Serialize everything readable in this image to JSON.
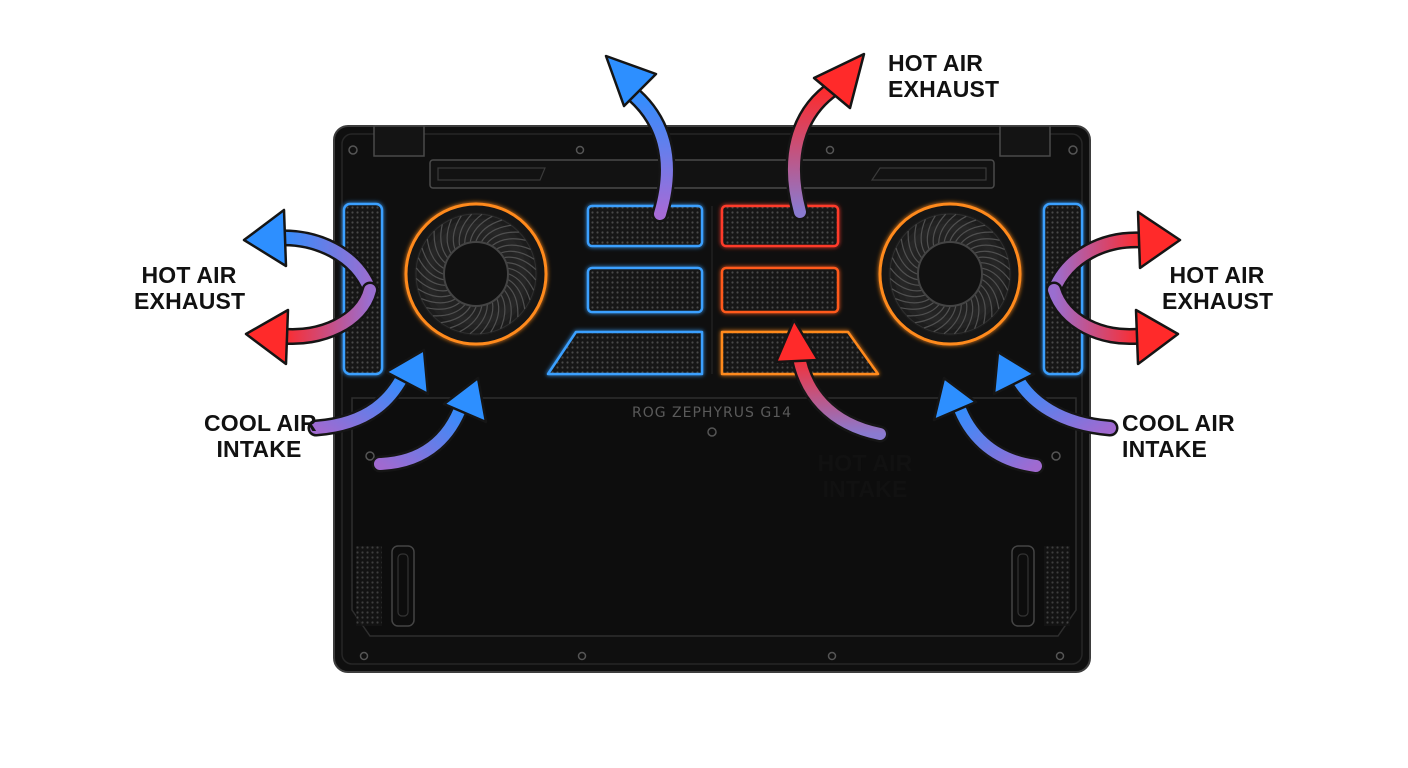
{
  "brand": "ROG ZEPHYRUS G14",
  "colors": {
    "cool": "#3aa0ff",
    "hot": "#ff3b3b",
    "fan_ring": "#ff8a1e",
    "chassis": "#101010",
    "chassis_edge": "#3a3a3a"
  },
  "labels": {
    "top_exhaust": [
      "HOT AIR",
      "EXHAUST"
    ],
    "left_exhaust": [
      "HOT AIR",
      "EXHAUST"
    ],
    "right_exhaust": [
      "HOT AIR",
      "EXHAUST"
    ],
    "left_intake": [
      "COOL AIR",
      "INTAKE"
    ],
    "right_intake": [
      "COOL AIR",
      "INTAKE"
    ],
    "center_intake": [
      "HOT AIR",
      "INTAKE"
    ]
  }
}
